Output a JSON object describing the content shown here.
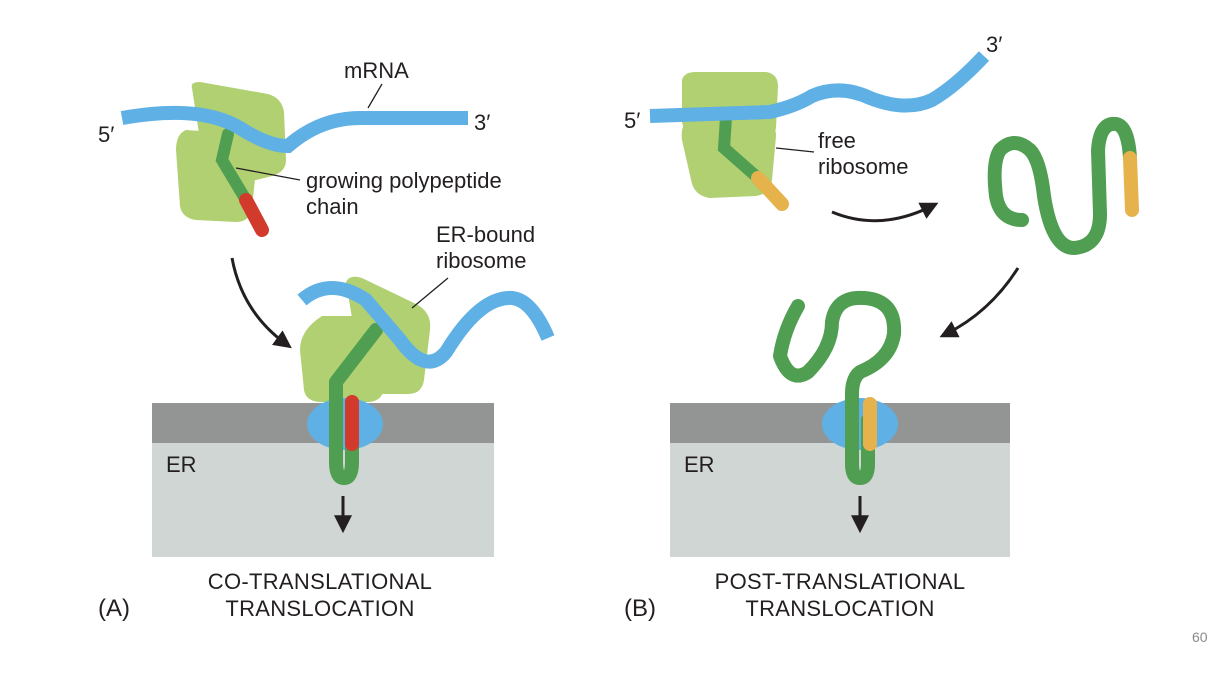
{
  "colors": {
    "mrna": "#5eb0e5",
    "ribosome": "#b0d072",
    "polypeptide": "#4f9e52",
    "signal_red": "#d23a2c",
    "signal_orange": "#e6b24c",
    "membrane": "#939594",
    "er_lumen": "#d0d6d3",
    "translocon": "#5eb0e5",
    "arrow": "#231f20"
  },
  "panel_a": {
    "panel_label": "(A)",
    "five_prime": "5′",
    "three_prime": "3′",
    "mrna_label": "mRNA",
    "polypeptide_label_1": "growing polypeptide",
    "polypeptide_label_2": "chain",
    "er_ribosome_label_1": "ER-bound",
    "er_ribosome_label_2": "ribosome",
    "er_label": "ER",
    "caption_1": "CO-TRANSLATIONAL",
    "caption_2": "TRANSLOCATION"
  },
  "panel_b": {
    "panel_label": "(B)",
    "five_prime": "5′",
    "three_prime": "3′",
    "free_ribosome_label_1": "free",
    "free_ribosome_label_2": "ribosome",
    "er_label": "ER",
    "caption_1": "POST-TRANSLATIONAL",
    "caption_2": "TRANSLOCATION"
  },
  "page_number": "60"
}
